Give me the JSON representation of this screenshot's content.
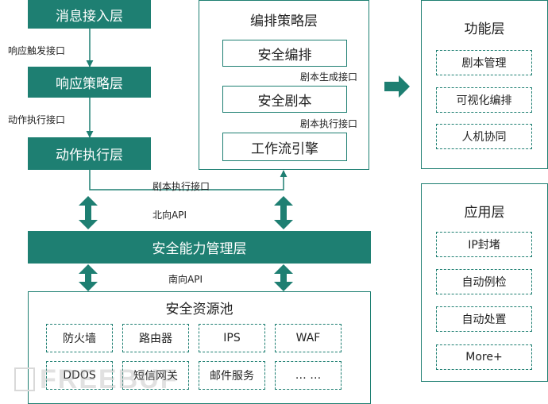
{
  "left_stack": {
    "msg_layer": "消息接入层",
    "response_iface": "响应触发接口",
    "strategy_layer": "响应策略层",
    "action_iface": "动作执行接口",
    "action_layer": "动作执行层"
  },
  "orchestration": {
    "title": "编排策略层",
    "items": [
      "安全编排",
      "安全剧本",
      "工作流引擎"
    ],
    "iface_generate": "剧本生成接口",
    "iface_execute": "剧本执行接口"
  },
  "playbook_exec_iface": "剧本执行接口",
  "northbound": "北向API",
  "mgmt_layer": "安全能力管理层",
  "southbound": "南向API",
  "resource_pool": {
    "title": "安全资源池",
    "items": [
      "防火墙",
      "路由器",
      "IPS",
      "WAF",
      "DDOS",
      "短信网关",
      "邮件服务",
      "… …"
    ]
  },
  "function_layer": {
    "title": "功能层",
    "items": [
      "剧本管理",
      "可视化编排",
      "人机协同"
    ]
  },
  "application_layer": {
    "title": "应用层",
    "items": [
      "IP封堵",
      "自动例检",
      "自动处置",
      "More+"
    ]
  },
  "watermark": "FREEBUF",
  "colors": {
    "primary": "#1e7f72",
    "arrow": "#1e7f72"
  }
}
